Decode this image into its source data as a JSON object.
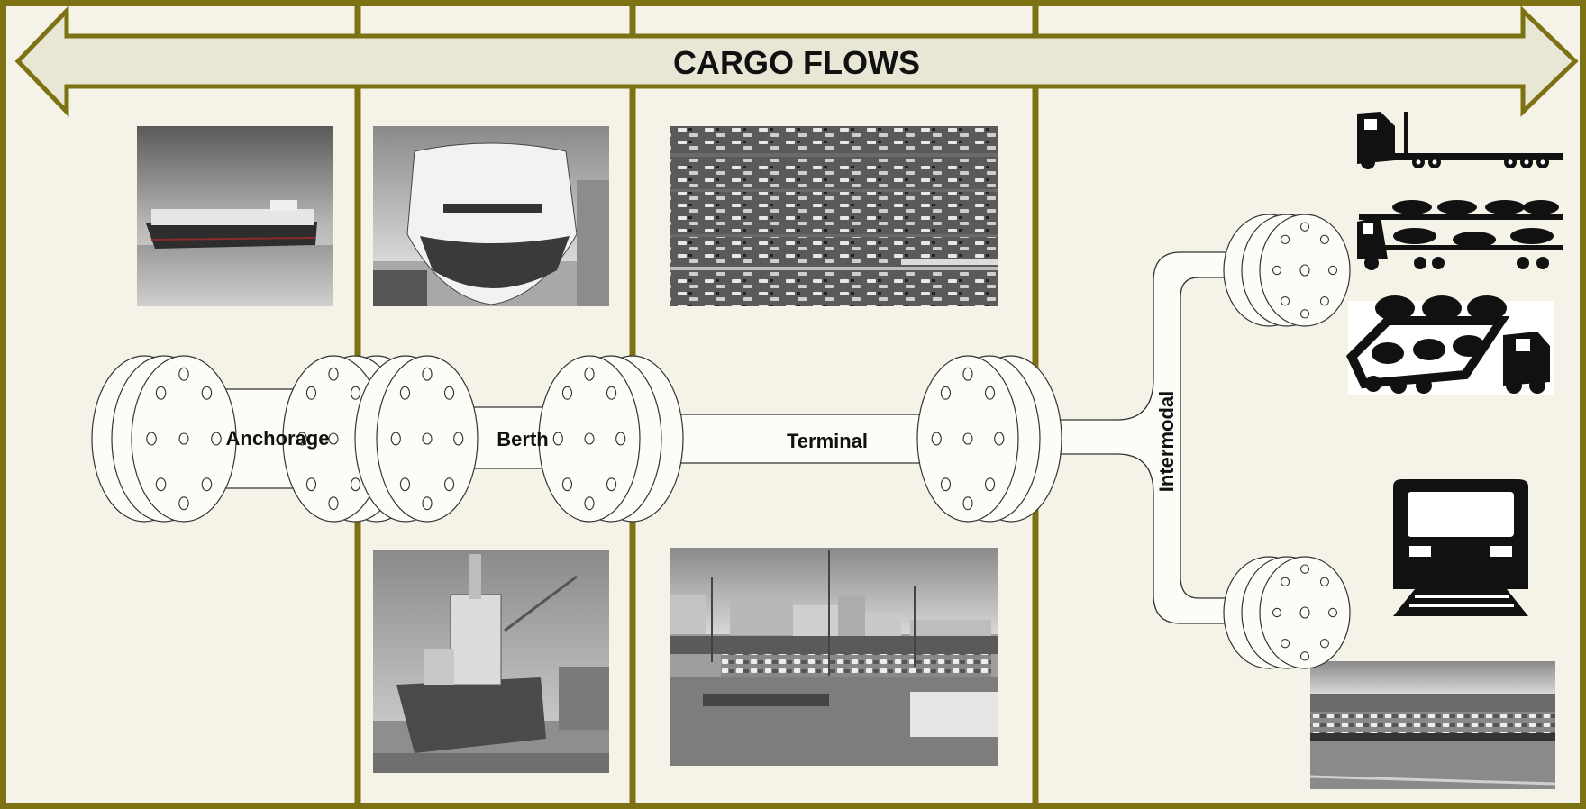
{
  "title": "CARGO FLOWS",
  "stages": {
    "anchorage": "Anchorage",
    "berth": "Berth",
    "terminal": "Terminal",
    "intermodal": "Intermodal"
  },
  "colors": {
    "frame": "#7d7213",
    "arrow_fill": "#e8e6d4",
    "background": "#f5f3e7"
  },
  "images": {
    "anchorage_top": "car-carrier-ship-at-anchor-photo",
    "berth_top": "car-carrier-ship-bow-at-berth-photo",
    "berth_bottom": "cargo-ship-docked-photo",
    "terminal_top": "aerial-car-parking-terminal-photo",
    "terminal_bottom": "port-terminal-car-storage-photo",
    "road_transport": "car-transporter-truck-icons",
    "rail_transport": "train-icon",
    "rail_photo": "car-carrier-rail-wagons-photo"
  }
}
